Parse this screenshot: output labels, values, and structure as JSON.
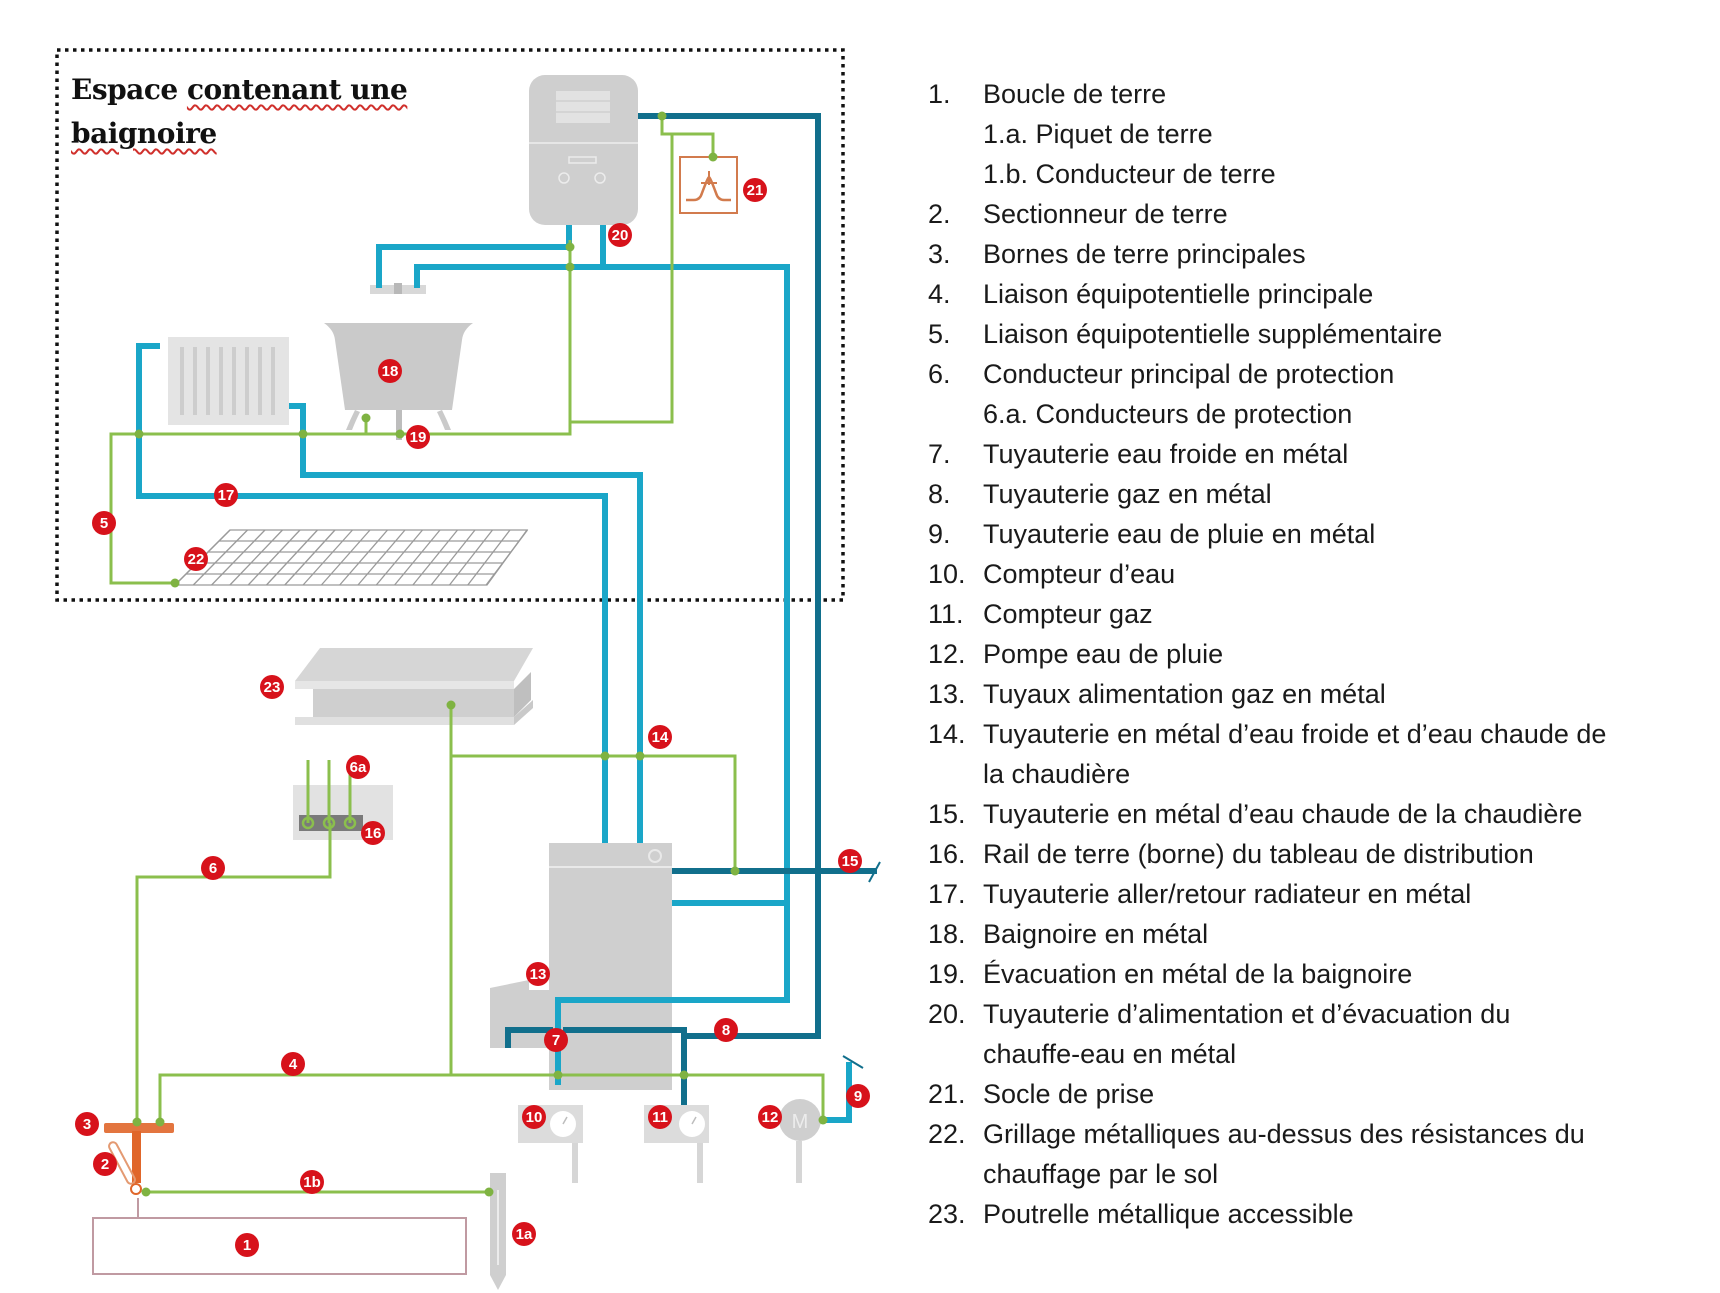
{
  "zone": {
    "title_line1_plain": "Espace ",
    "title_line1_marked": "contenant une",
    "title_line2_marked": "baignoire"
  },
  "colors": {
    "water_pipe": "#1aa6c8",
    "gas_pipe": "#116f8c",
    "bonding_wire": "#8bbf4d",
    "badge": "#d7121b",
    "equipment": "#cfcfcf",
    "earth_terminal": "#e0662a",
    "earth_loop": "#b98a94"
  },
  "badges": {
    "b1": "1",
    "b1a": "1a",
    "b1b": "1b",
    "b2": "2",
    "b3": "3",
    "b4": "4",
    "b5": "5",
    "b6": "6",
    "b6a": "6a",
    "b7": "7",
    "b8": "8",
    "b9": "9",
    "b10": "10",
    "b11": "11",
    "b12": "12",
    "b13": "13",
    "b14": "14",
    "b15": "15",
    "b16": "16",
    "b17": "17",
    "b18": "18",
    "b19": "19",
    "b20": "20",
    "b21": "21",
    "b22": "22",
    "b23": "23"
  },
  "pump_label": "M",
  "legend": [
    {
      "num": "1.",
      "text": "Boucle de terre"
    },
    {
      "num": "",
      "text": "1.a. Piquet de terre",
      "sub": true
    },
    {
      "num": "",
      "text": "1.b. Conducteur de terre",
      "sub": true
    },
    {
      "num": "2.",
      "text": "Sectionneur de terre"
    },
    {
      "num": "3.",
      "text": "Bornes de terre principales"
    },
    {
      "num": "4.",
      "text": "Liaison équipotentielle principale"
    },
    {
      "num": "5.",
      "text": "Liaison équipotentielle supplémentaire"
    },
    {
      "num": "6.",
      "text": "Conducteur principal de protection"
    },
    {
      "num": "",
      "text": "6.a. Conducteurs de protection",
      "sub": true
    },
    {
      "num": "7.",
      "text": "Tuyauterie eau froide en métal"
    },
    {
      "num": "8.",
      "text": "Tuyauterie gaz en métal"
    },
    {
      "num": "9.",
      "text": "Tuyauterie eau de pluie en métal"
    },
    {
      "num": "10.",
      "text": "Compteur d’eau"
    },
    {
      "num": "11.",
      "text": "Compteur gaz"
    },
    {
      "num": "12.",
      "text": "Pompe eau de pluie"
    },
    {
      "num": "13.",
      "text": "Tuyaux alimentation gaz en métal"
    },
    {
      "num": "14.",
      "text": "Tuyauterie en métal d’eau froide et d’eau chaude de"
    },
    {
      "num": "",
      "text": "la chaudière",
      "cont": true
    },
    {
      "num": "15.",
      "text": "Tuyauterie en métal d’eau chaude de la chaudière"
    },
    {
      "num": "16.",
      "text": "Rail de terre (borne) du tableau de distribution"
    },
    {
      "num": "17.",
      "text": "Tuyauterie aller/retour radiateur en métal"
    },
    {
      "num": "18.",
      "text": "Baignoire en métal"
    },
    {
      "num": "19.",
      "text": "Évacuation en métal de la baignoire"
    },
    {
      "num": "20.",
      "text": "Tuyauterie d’alimentation et d’évacuation du"
    },
    {
      "num": "",
      "text": "chauffe-eau en métal",
      "cont": true
    },
    {
      "num": "21.",
      "text": "Socle de prise"
    },
    {
      "num": "22.",
      "text": "Grillage métalliques au-dessus des résistances du"
    },
    {
      "num": "",
      "text": "chauffage par le sol",
      "cont": true
    },
    {
      "num": "23.",
      "text": "Poutrelle métallique accessible"
    }
  ]
}
